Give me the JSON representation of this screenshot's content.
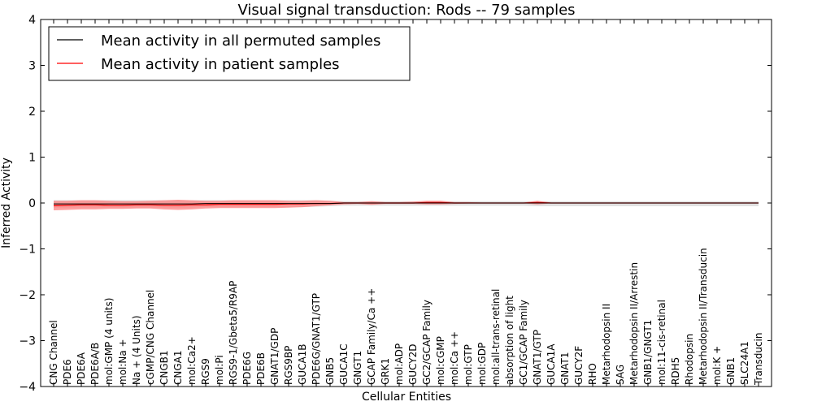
{
  "chart_data": {
    "type": "line",
    "title": "Visual signal transduction: Rods -- 79 samples",
    "xlabel": "Cellular Entities",
    "ylabel": "Inferred Activity",
    "ylim": [
      -4,
      4
    ],
    "yticks": [
      -4,
      -3,
      -2,
      -1,
      0,
      1,
      2,
      3,
      4
    ],
    "ytick_labels": [
      "−4",
      "−3",
      "−2",
      "−1",
      "0",
      "1",
      "2",
      "3",
      "4"
    ],
    "grid": false,
    "legend_position": "top-left",
    "colors": {
      "permuted": "#000000",
      "patient": "#ff0000",
      "patient_band": "#ff8080",
      "permuted_band": "#cccccc"
    },
    "categories": [
      "CNG Channel",
      "PDE6",
      "PDE6A",
      "PDE6A/B",
      "mol:GMP (4 units)",
      "mol:Na +",
      "Na + (4 Units)",
      "cGMP/CNG Channel",
      "CNGB1",
      "CNGA1",
      "mol:Ca2+",
      "RGS9",
      "mol:Pi",
      "RGS9-1/Gbeta5/R9AP",
      "PDE6G",
      "PDE6B",
      "GNAT1/GDP",
      "RGS9BP",
      "GUCA1B",
      "PDE6G/GNAT1/GTP",
      "GNB5",
      "GUCA1C",
      "GNGT1",
      "GCAP Family/Ca ++",
      "GRK1",
      "mol:ADP",
      "GUCY2D",
      "GC2/GCAP Family",
      "mol:cGMP",
      "mol:Ca ++",
      "mol:GTP",
      "mol:GDP",
      "mol:all-trans-retinal",
      "absorption of light",
      "GC1/GCAP Family",
      "GNAT1/GTP",
      "GUCA1A",
      "GNAT1",
      "GUCY2F",
      "RHO",
      "Metarhodopsin II",
      "SAG",
      "Metarhodopsin II/Arrestin",
      "GNB1/GNGT1",
      "mol:11-cis-retinal",
      "RDH5",
      "Rhodopsin",
      "Metarhodopsin II/Transducin",
      "mol:K +",
      "GNB1",
      "SLC24A1",
      "Transducin"
    ],
    "series": [
      {
        "name": "Mean activity in all permuted samples",
        "values": [
          -0.02,
          -0.02,
          -0.02,
          -0.02,
          -0.02,
          -0.02,
          -0.02,
          -0.02,
          -0.02,
          -0.02,
          -0.02,
          -0.01,
          -0.01,
          -0.01,
          -0.01,
          -0.01,
          -0.01,
          -0.01,
          -0.01,
          -0.01,
          -0.01,
          0,
          0,
          0,
          0,
          0,
          0,
          0,
          0,
          0,
          0,
          0,
          0,
          0,
          0,
          0,
          0,
          0,
          0,
          0,
          0,
          0,
          0,
          0,
          0,
          0,
          0,
          0,
          0,
          0,
          0,
          0
        ],
        "band_lower": [
          -0.1,
          -0.1,
          -0.1,
          -0.1,
          -0.1,
          -0.1,
          -0.1,
          -0.1,
          -0.1,
          -0.1,
          -0.1,
          -0.09,
          -0.09,
          -0.09,
          -0.09,
          -0.09,
          -0.09,
          -0.09,
          -0.09,
          -0.08,
          -0.07,
          -0.06,
          -0.06,
          -0.06,
          -0.06,
          -0.06,
          -0.06,
          -0.06,
          -0.06,
          -0.06,
          -0.06,
          -0.06,
          -0.06,
          -0.06,
          -0.06,
          -0.07,
          -0.07,
          -0.07,
          -0.07,
          -0.07,
          -0.07,
          -0.07,
          -0.07,
          -0.07,
          -0.07,
          -0.07,
          -0.07,
          -0.07,
          -0.07,
          -0.07,
          -0.07,
          -0.07
        ],
        "band_upper": [
          0.06,
          0.06,
          0.06,
          0.06,
          0.06,
          0.06,
          0.06,
          0.06,
          0.06,
          0.06,
          0.06,
          0.06,
          0.06,
          0.06,
          0.06,
          0.06,
          0.06,
          0.06,
          0.06,
          0.06,
          0.05,
          0.04,
          0.04,
          0.04,
          0.04,
          0.04,
          0.04,
          0.04,
          0.04,
          0.04,
          0.04,
          0.04,
          0.04,
          0.04,
          0.04,
          0.04,
          0.04,
          0.04,
          0.04,
          0.04,
          0.04,
          0.04,
          0.04,
          0.04,
          0.04,
          0.04,
          0.04,
          0.04,
          0.04,
          0.04,
          0.04,
          0.04
        ]
      },
      {
        "name": "Mean activity in patient samples",
        "values": [
          -0.06,
          -0.05,
          -0.04,
          -0.04,
          -0.05,
          -0.05,
          -0.04,
          -0.04,
          -0.05,
          -0.05,
          -0.04,
          -0.04,
          -0.03,
          -0.03,
          -0.03,
          -0.03,
          -0.03,
          -0.02,
          -0.02,
          -0.01,
          -0.01,
          0,
          0,
          0,
          0,
          0,
          0,
          0.01,
          0.01,
          0,
          0,
          0,
          0,
          0,
          0,
          0.01,
          0,
          0,
          0,
          0,
          0,
          0,
          0,
          0,
          0,
          0,
          0,
          0,
          0,
          0,
          0,
          0
        ],
        "band_lower": [
          -0.16,
          -0.15,
          -0.14,
          -0.14,
          -0.13,
          -0.13,
          -0.12,
          -0.12,
          -0.14,
          -0.15,
          -0.14,
          -0.12,
          -0.11,
          -0.11,
          -0.11,
          -0.11,
          -0.11,
          -0.1,
          -0.09,
          -0.07,
          -0.05,
          -0.03,
          -0.02,
          -0.04,
          -0.02,
          -0.02,
          -0.02,
          -0.03,
          -0.03,
          -0.02,
          -0.01,
          -0.01,
          -0.01,
          -0.01,
          -0.01,
          -0.03,
          -0.01,
          -0.01,
          -0.01,
          -0.01,
          -0.01,
          -0.01,
          -0.01,
          -0.01,
          -0.01,
          -0.01,
          -0.01,
          -0.01,
          -0.01,
          -0.01,
          -0.01,
          -0.01
        ],
        "band_upper": [
          0.05,
          0.05,
          0.06,
          0.06,
          0.05,
          0.04,
          0.04,
          0.05,
          0.06,
          0.07,
          0.06,
          0.05,
          0.05,
          0.06,
          0.06,
          0.06,
          0.06,
          0.05,
          0.05,
          0.06,
          0.05,
          0.02,
          0.02,
          0.04,
          0.02,
          0.02,
          0.03,
          0.05,
          0.05,
          0.02,
          0.02,
          0.01,
          0.01,
          0.01,
          0.01,
          0.05,
          0.01,
          0.01,
          0.01,
          0.01,
          0.01,
          0.01,
          0.01,
          0.01,
          0.01,
          0.01,
          0.01,
          0.01,
          0.01,
          0.01,
          0.01,
          0.01
        ]
      }
    ]
  }
}
